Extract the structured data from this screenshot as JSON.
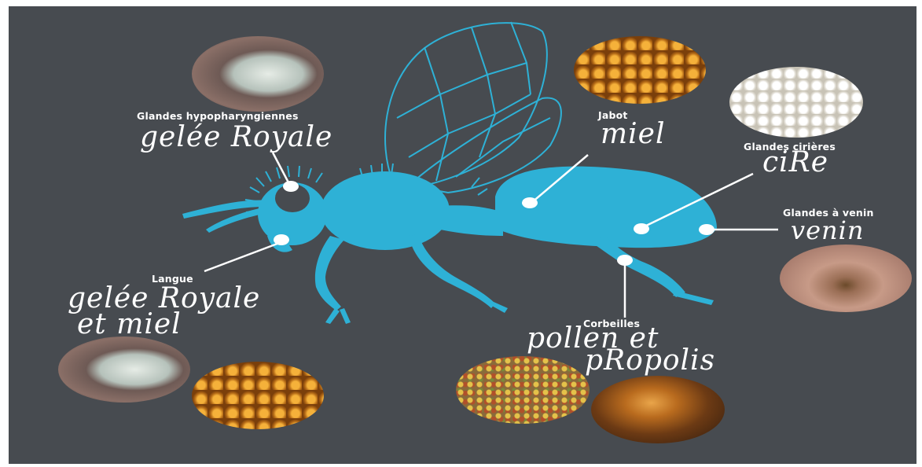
{
  "labels": {
    "hypopharyngeal": {
      "gland": "Glandes hypopharyngiennes",
      "product": "gelée Royale"
    },
    "jabot": {
      "gland": "Jabot",
      "product": "miel"
    },
    "wax": {
      "gland": "Glandes cirières",
      "product": "ciRe"
    },
    "venom": {
      "gland": "Glandes à venin",
      "product": "venin"
    },
    "tongue": {
      "gland": "Langue",
      "product_line1": "gelée Royale",
      "product_line2": "et miel"
    },
    "baskets": {
      "gland": "Corbeilles",
      "product_line1": "pollen et",
      "product_line2": "pRopolis"
    }
  },
  "colors": {
    "background": "#474b50",
    "bee": "#2eb1d6",
    "text": "#ffffff"
  },
  "icons": [
    "gland-photo-icon",
    "honeycomb-honey-icon",
    "honeycomb-wax-icon",
    "venom-sting-icon",
    "pollen-icon",
    "propolis-icon"
  ]
}
